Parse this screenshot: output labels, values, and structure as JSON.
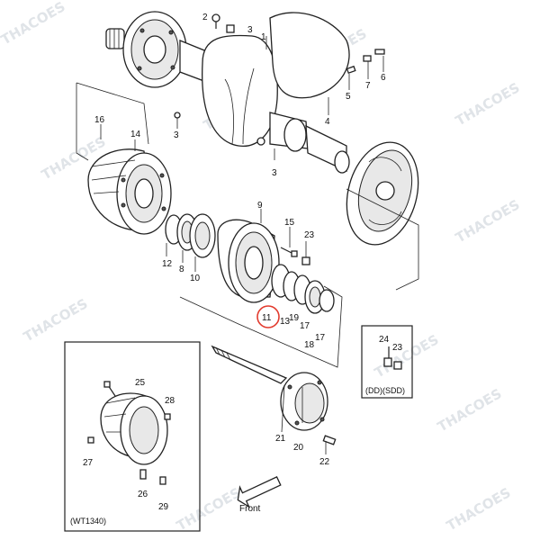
{
  "diagram": {
    "highlighted_part": "11",
    "parts": [
      {
        "id": "p1",
        "label": "1"
      },
      {
        "id": "p2",
        "label": "2"
      },
      {
        "id": "p3a",
        "label": "3"
      },
      {
        "id": "p3b",
        "label": "3"
      },
      {
        "id": "p3c",
        "label": "3"
      },
      {
        "id": "p4",
        "label": "4"
      },
      {
        "id": "p5",
        "label": "5"
      },
      {
        "id": "p6",
        "label": "6"
      },
      {
        "id": "p7",
        "label": "7"
      },
      {
        "id": "p8",
        "label": "8"
      },
      {
        "id": "p9",
        "label": "9"
      },
      {
        "id": "p10",
        "label": "10"
      },
      {
        "id": "p11",
        "label": "11"
      },
      {
        "id": "p12",
        "label": "12"
      },
      {
        "id": "p13",
        "label": "13"
      },
      {
        "id": "p14",
        "label": "14"
      },
      {
        "id": "p15",
        "label": "15"
      },
      {
        "id": "p16",
        "label": "16"
      },
      {
        "id": "p17a",
        "label": "17"
      },
      {
        "id": "p17b",
        "label": "17"
      },
      {
        "id": "p18",
        "label": "18"
      },
      {
        "id": "p19",
        "label": "19"
      },
      {
        "id": "p20",
        "label": "20"
      },
      {
        "id": "p21",
        "label": "21"
      },
      {
        "id": "p22",
        "label": "22"
      },
      {
        "id": "p23a",
        "label": "23"
      },
      {
        "id": "p23b",
        "label": "23"
      },
      {
        "id": "p24",
        "label": "24"
      },
      {
        "id": "p25",
        "label": "25"
      },
      {
        "id": "p26",
        "label": "26"
      },
      {
        "id": "p27",
        "label": "27"
      },
      {
        "id": "p28",
        "label": "28"
      },
      {
        "id": "p29",
        "label": "29"
      }
    ],
    "inset_right_label": "(DD)(SDD)",
    "inset_left_label": "(WT1340)",
    "front_label": "Front",
    "watermark": "THACOES",
    "highlight_color": "#e23b2e"
  }
}
